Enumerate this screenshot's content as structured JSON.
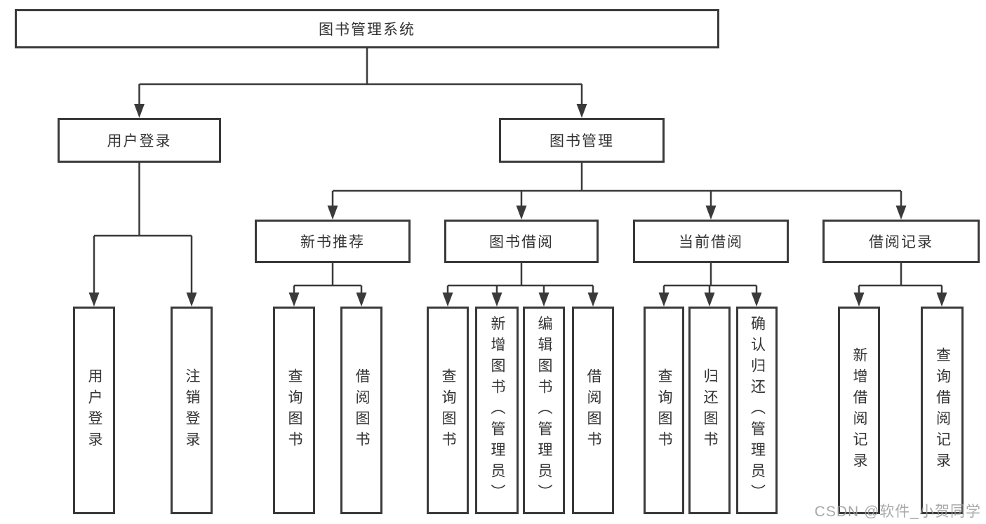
{
  "colors": {
    "line": "#3a3a3a",
    "text": "#333333",
    "node-bg": "#ffffff",
    "background": "#ffffff",
    "watermark": "#9a9a9a"
  },
  "tree": {
    "root": "图书管理系统",
    "branches": [
      {
        "label": "用户登录",
        "children": [
          "用户登录",
          "注销登录"
        ]
      },
      {
        "label": "图书管理",
        "sections": [
          {
            "label": "新书推荐",
            "children": [
              "查询图书",
              "借阅图书"
            ]
          },
          {
            "label": "图书借阅",
            "children": [
              "查询图书",
              "新增图书（管理员）",
              "编辑图书（管理员）",
              "借阅图书"
            ]
          },
          {
            "label": "当前借阅",
            "children": [
              "查询图书",
              "归还图书",
              "确认归还（管理员）"
            ]
          },
          {
            "label": "借阅记录",
            "children": [
              "新增借阅记录",
              "查询借阅记录"
            ]
          }
        ]
      }
    ]
  },
  "watermark": {
    "text": "CSDN @软件_小贺同学"
  }
}
